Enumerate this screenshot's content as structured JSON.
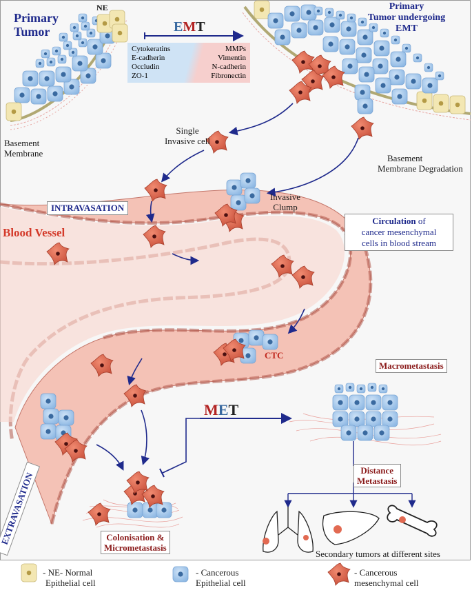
{
  "labels": {
    "ne_tag": "NE",
    "primary_tumor": "Primary Tumor",
    "primary_tumor_emt_line1": "Primary",
    "primary_tumor_emt_line2": "Tumor undergoing",
    "primary_tumor_emt_line3": "EMT",
    "basement_membrane_line1": "Basement",
    "basement_membrane_line2": "Membrane",
    "bm_degradation_line1": "Basement",
    "bm_degradation_line2": "Membrane Degradation",
    "single_invasive_line1": "Single",
    "single_invasive_line2": "Invasive cell",
    "invasive_clump_line1": "Invasive",
    "invasive_clump_line2": "Clump",
    "intravasation": "INTRAVASATION",
    "blood_vessel": "Blood Vessel",
    "circulation_bold": "Circulation",
    "circulation_rest1": " of",
    "circulation_line2": "cancer mesenchymal",
    "circulation_line3": "cells in blood stream",
    "ctc": "CTC",
    "macrometastasis": "Macrometastasis",
    "distance_line1": "Distance",
    "distance_line2": "Metastasis",
    "extravasation": "EXTRAVASATION",
    "colonisation_line1": "Colonisation &",
    "colonisation_line2": "Micrometastasis",
    "secondary_tumors": "Secondary tumors at different sites"
  },
  "emt": {
    "e": "E",
    "m": "M",
    "t": "T"
  },
  "met": {
    "m": "M",
    "e": "E",
    "t": "T"
  },
  "markers": {
    "epithelial": [
      "Cytokeratins",
      "E-cadherin",
      "Occludin",
      "ZO-1"
    ],
    "mesenchymal": [
      "MMPs",
      "Vimentin",
      "N-cadherin",
      "Fibronectin"
    ]
  },
  "legend": {
    "normal_line1": "- NE- Normal",
    "normal_line2": "Epithelial cell",
    "epithelial_line1": "- Cancerous",
    "epithelial_line2": "Epithelial cell",
    "mesenchymal_line1": "- Cancerous",
    "mesenchymal_line2": "mesenchymal cell"
  },
  "colors": {
    "navy": "#1f2a8c",
    "maroon": "#8b1c1c",
    "epithelial_cell": "#a9cbec",
    "mesenchymal_cell": "#e26a52",
    "normal_cell": "#f3e7b3",
    "vessel": "#f6c7bd"
  }
}
